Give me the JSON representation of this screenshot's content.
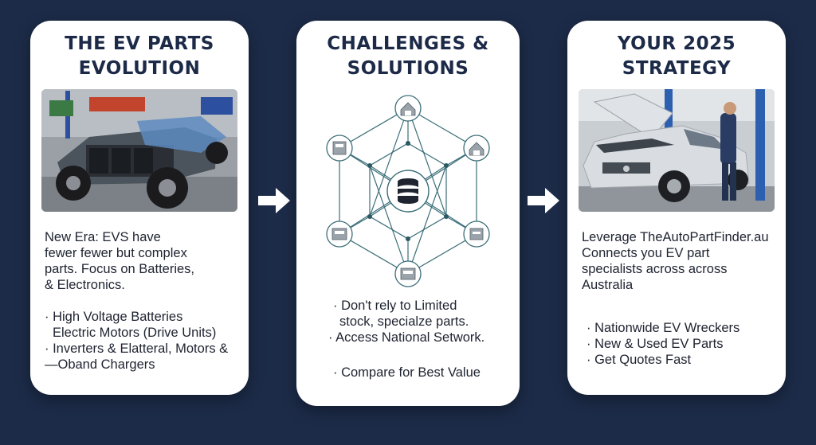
{
  "cards": [
    {
      "title_lines": [
        "THE EV PARTS",
        "EVOLUTION"
      ],
      "photo_icon": "ev-chassis-photo",
      "paragraph_lines": [
        "New Era: EVS have",
        "fewer fewer but complex",
        "parts. Focus on Batteries,",
        "& Electronics."
      ],
      "bullets": [
        "· High Voltage Batteries",
        "  Electric Motors (Drive Units)",
        "· Inverters & Elatteral, Motors &",
        "—Oband Chargers"
      ]
    },
    {
      "title_lines": [
        "CHALLENGES &",
        "SOLUTIONS"
      ],
      "diagram_icon": "database-network-diagram",
      "bullets": [
        "· Don't rely to Limited",
        "  stock, specialze parts.",
        "· Access National Setwork.",
        "",
        "· Compare for Best Value"
      ]
    },
    {
      "title_lines": [
        "YOUR 2025",
        "STRATEGY"
      ],
      "photo_icon": "mechanic-car-photo",
      "paragraph_lines": [
        "Leverage TheAutoPartFinder.au",
        "Connects you EV part",
        "specialists across across",
        "Australia"
      ],
      "bullets": [
        "· Nationwide EV Wreckers",
        "· New & Used EV Parts",
        "· Get Quotes Fast"
      ]
    }
  ],
  "arrows": [
    "right-arrow-icon",
    "right-arrow-icon"
  ],
  "colors": {
    "background": "#1c2b48",
    "card": "#ffffff",
    "title": "#1c2a48",
    "network": "#3b6e78"
  }
}
